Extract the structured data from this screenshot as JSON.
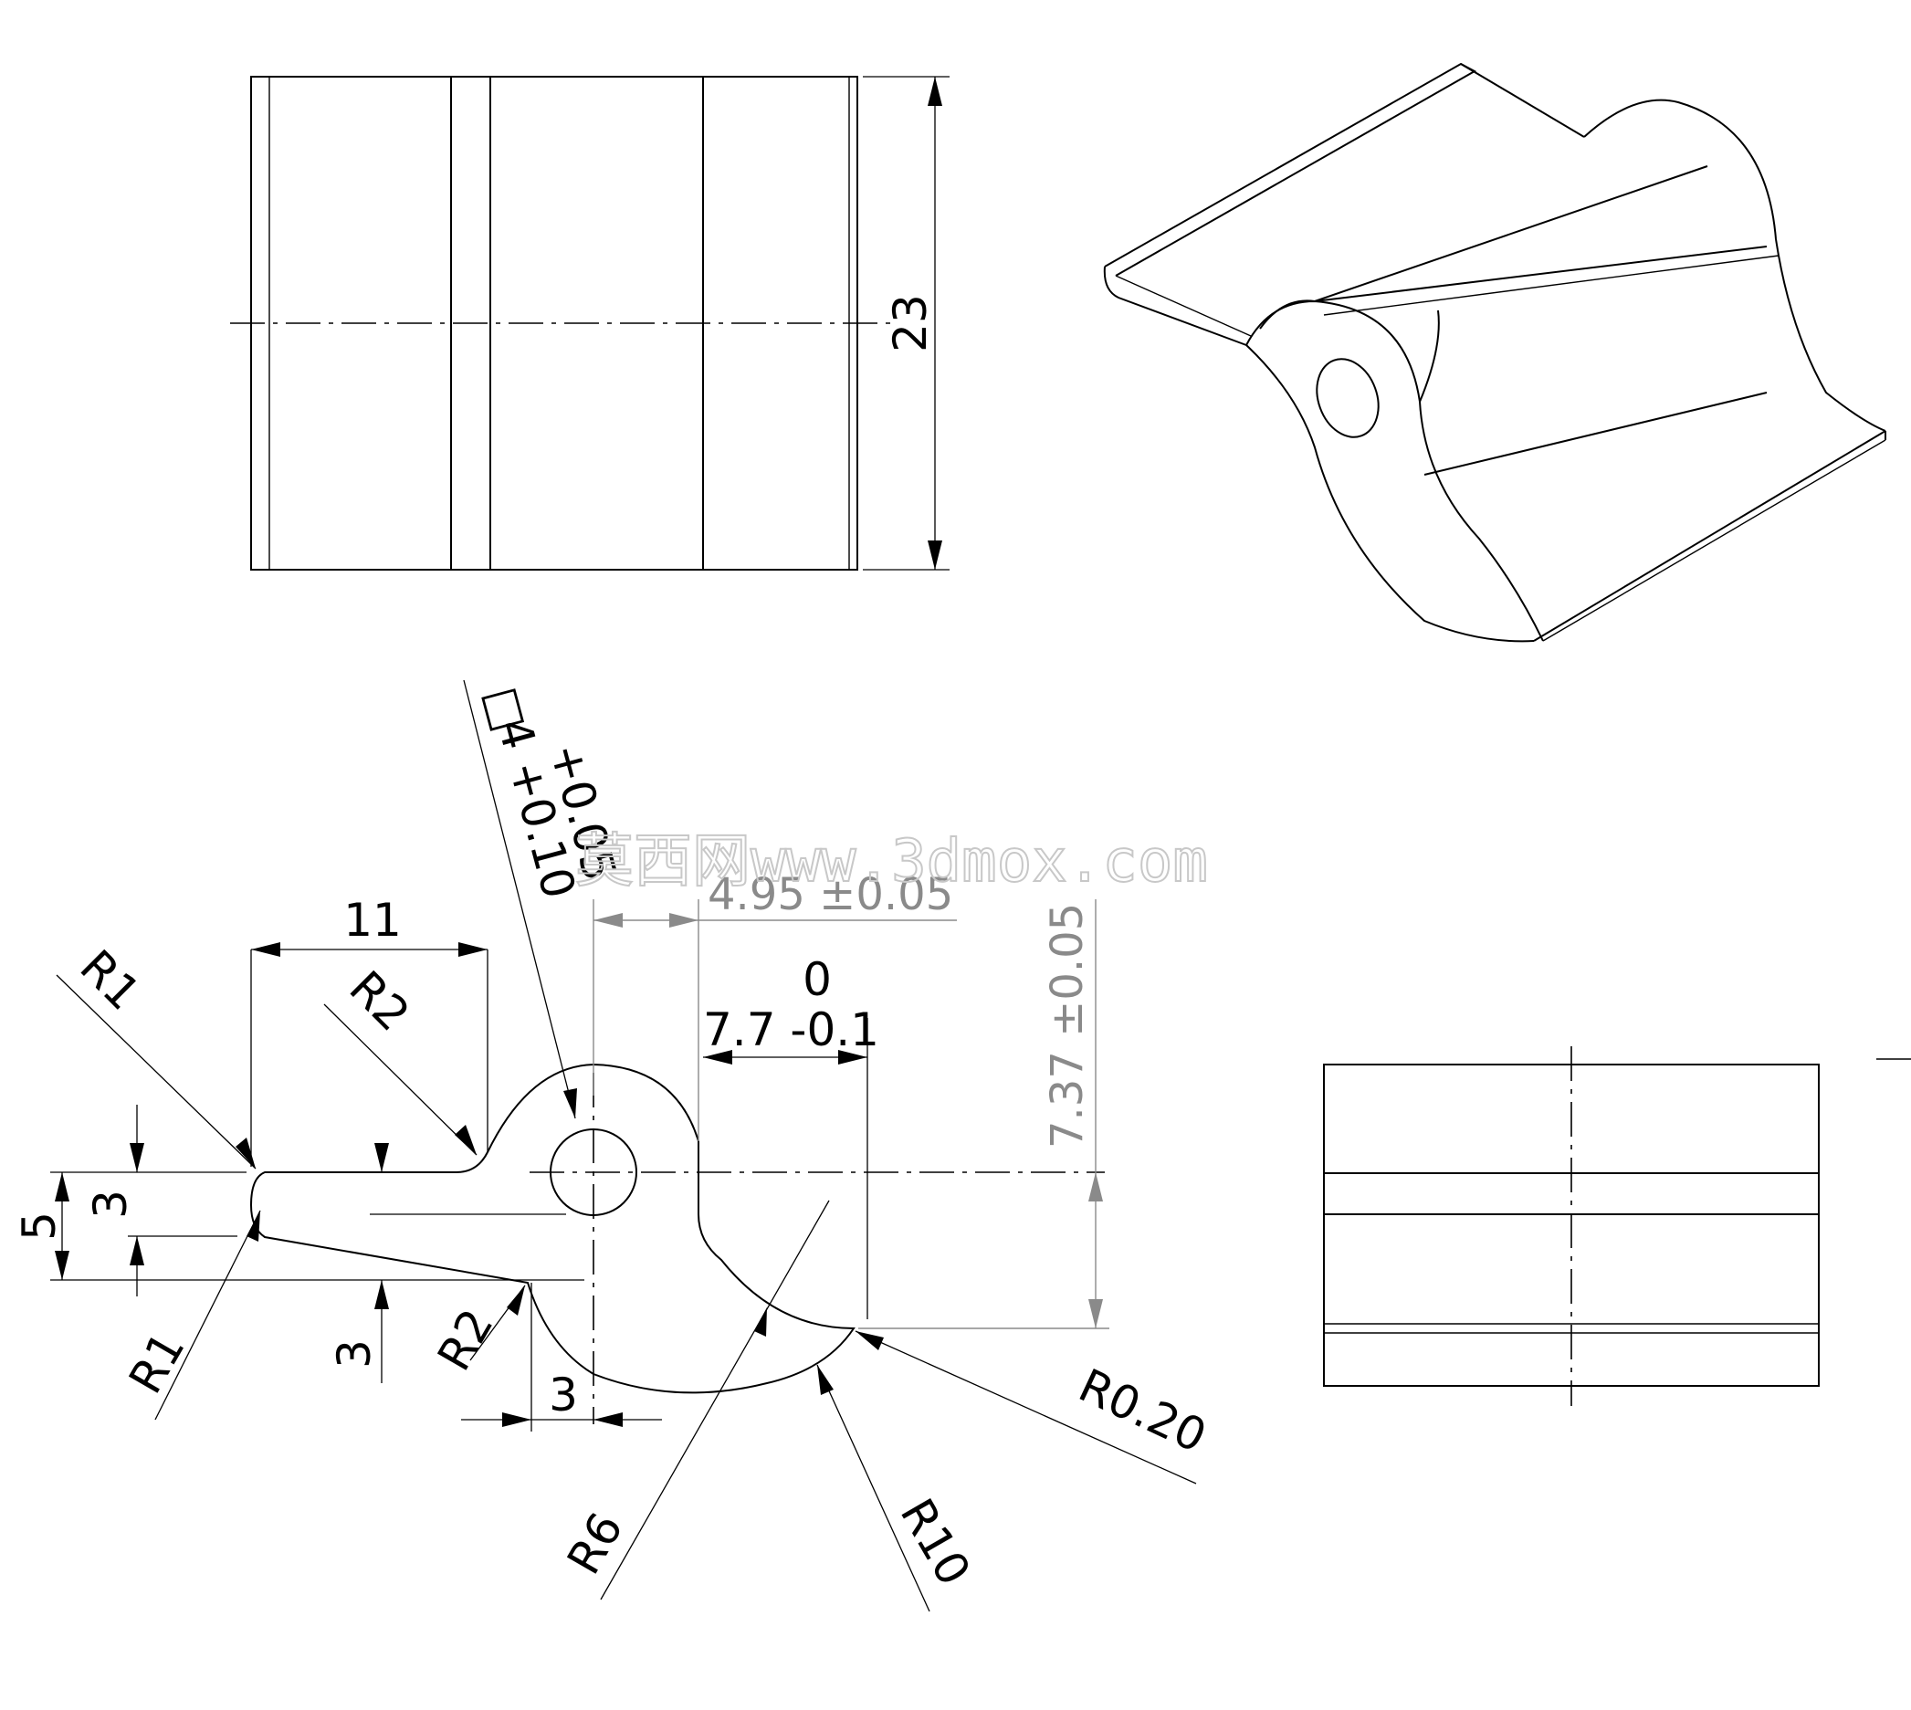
{
  "dimensions": {
    "height_23": "23",
    "hole_square": "□",
    "hole_size": "4 +0.10",
    "hole_tol": "+0.05",
    "d_4_95": "4.95 ±0.05",
    "d_0": "0",
    "d_7_7": "7.7 -0.1",
    "d_7_37": "7.37 ±0.05",
    "d_11": "11",
    "r1_top": "R1",
    "r2_top": "R2",
    "d_5": "5",
    "d_3_left": "3",
    "r1_bottom": "R1",
    "d_3_lower": "3",
    "r2_bottom": "R2",
    "d_3_horizontal": "3",
    "r6": "R6",
    "r10": "R10",
    "r020": "R0.20"
  },
  "watermark": "莫西网www.3dmox.com",
  "colors": {
    "line": "#000000",
    "gray_dim": "#8a8a8a",
    "watermark": "#c8c8c8"
  }
}
